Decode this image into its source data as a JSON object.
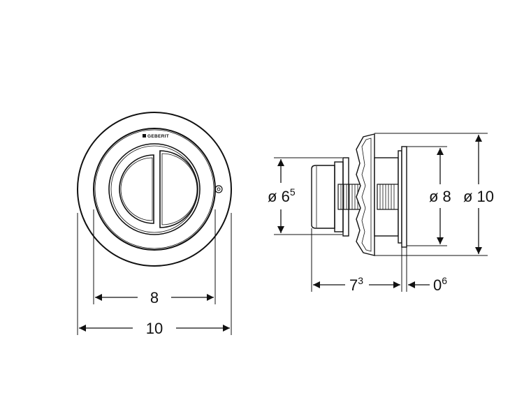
{
  "brand": {
    "logo_text": "GEBERIT"
  },
  "dimensions": {
    "front_inner_width": "8",
    "front_outer_width": "10",
    "side_depth": {
      "main": "7",
      "sup": "3"
    },
    "side_flange": {
      "main": "0",
      "sup": "6"
    },
    "side_body_diameter": {
      "prefix": "ø ",
      "main": "6",
      "sup": "5"
    },
    "side_inner_diameter": "ø 8",
    "side_outer_diameter": "ø 10"
  },
  "colors": {
    "line": "#111111",
    "background": "#ffffff"
  }
}
